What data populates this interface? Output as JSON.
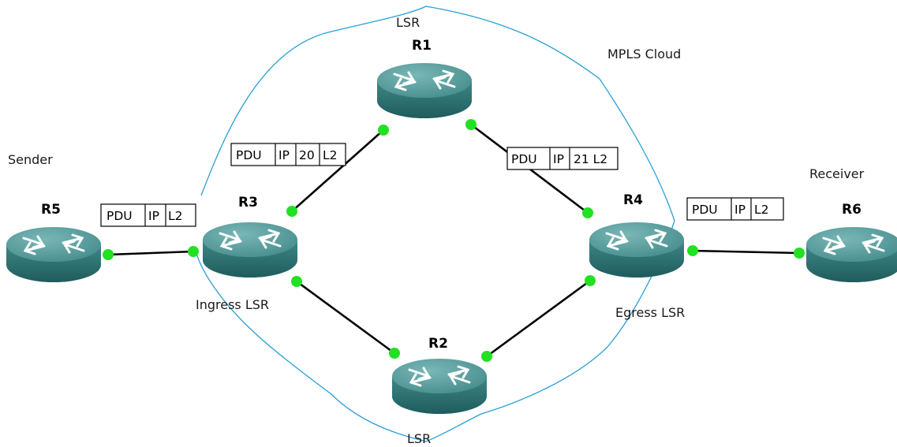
{
  "labels": {
    "cloud": "MPLS Cloud",
    "sender": "Sender",
    "receiver": "Receiver",
    "r1_role": "LSR",
    "r2_role": "LSR",
    "r3_role": "Ingress LSR",
    "r4_role": "Egress LSR"
  },
  "routers": {
    "r1": {
      "name": "R1"
    },
    "r2": {
      "name": "R2"
    },
    "r3": {
      "name": "R3"
    },
    "r4": {
      "name": "R4"
    },
    "r5": {
      "name": "R5"
    },
    "r6": {
      "name": "R6"
    }
  },
  "packets": {
    "sender_to_r3": [
      "PDU",
      "IP",
      "L2"
    ],
    "r3_to_r1": [
      "PDU",
      "IP",
      "20",
      "L2"
    ],
    "r1_to_r4": [
      "PDU",
      "IP",
      "21 L2"
    ],
    "r4_to_receiver": [
      "PDU",
      "IP",
      "L2"
    ]
  },
  "colors": {
    "router_top": "#4f9595",
    "router_side": "#2e7070",
    "cloud_outline": "#2a9fd6",
    "port": "#22e022",
    "link": "#000000"
  }
}
